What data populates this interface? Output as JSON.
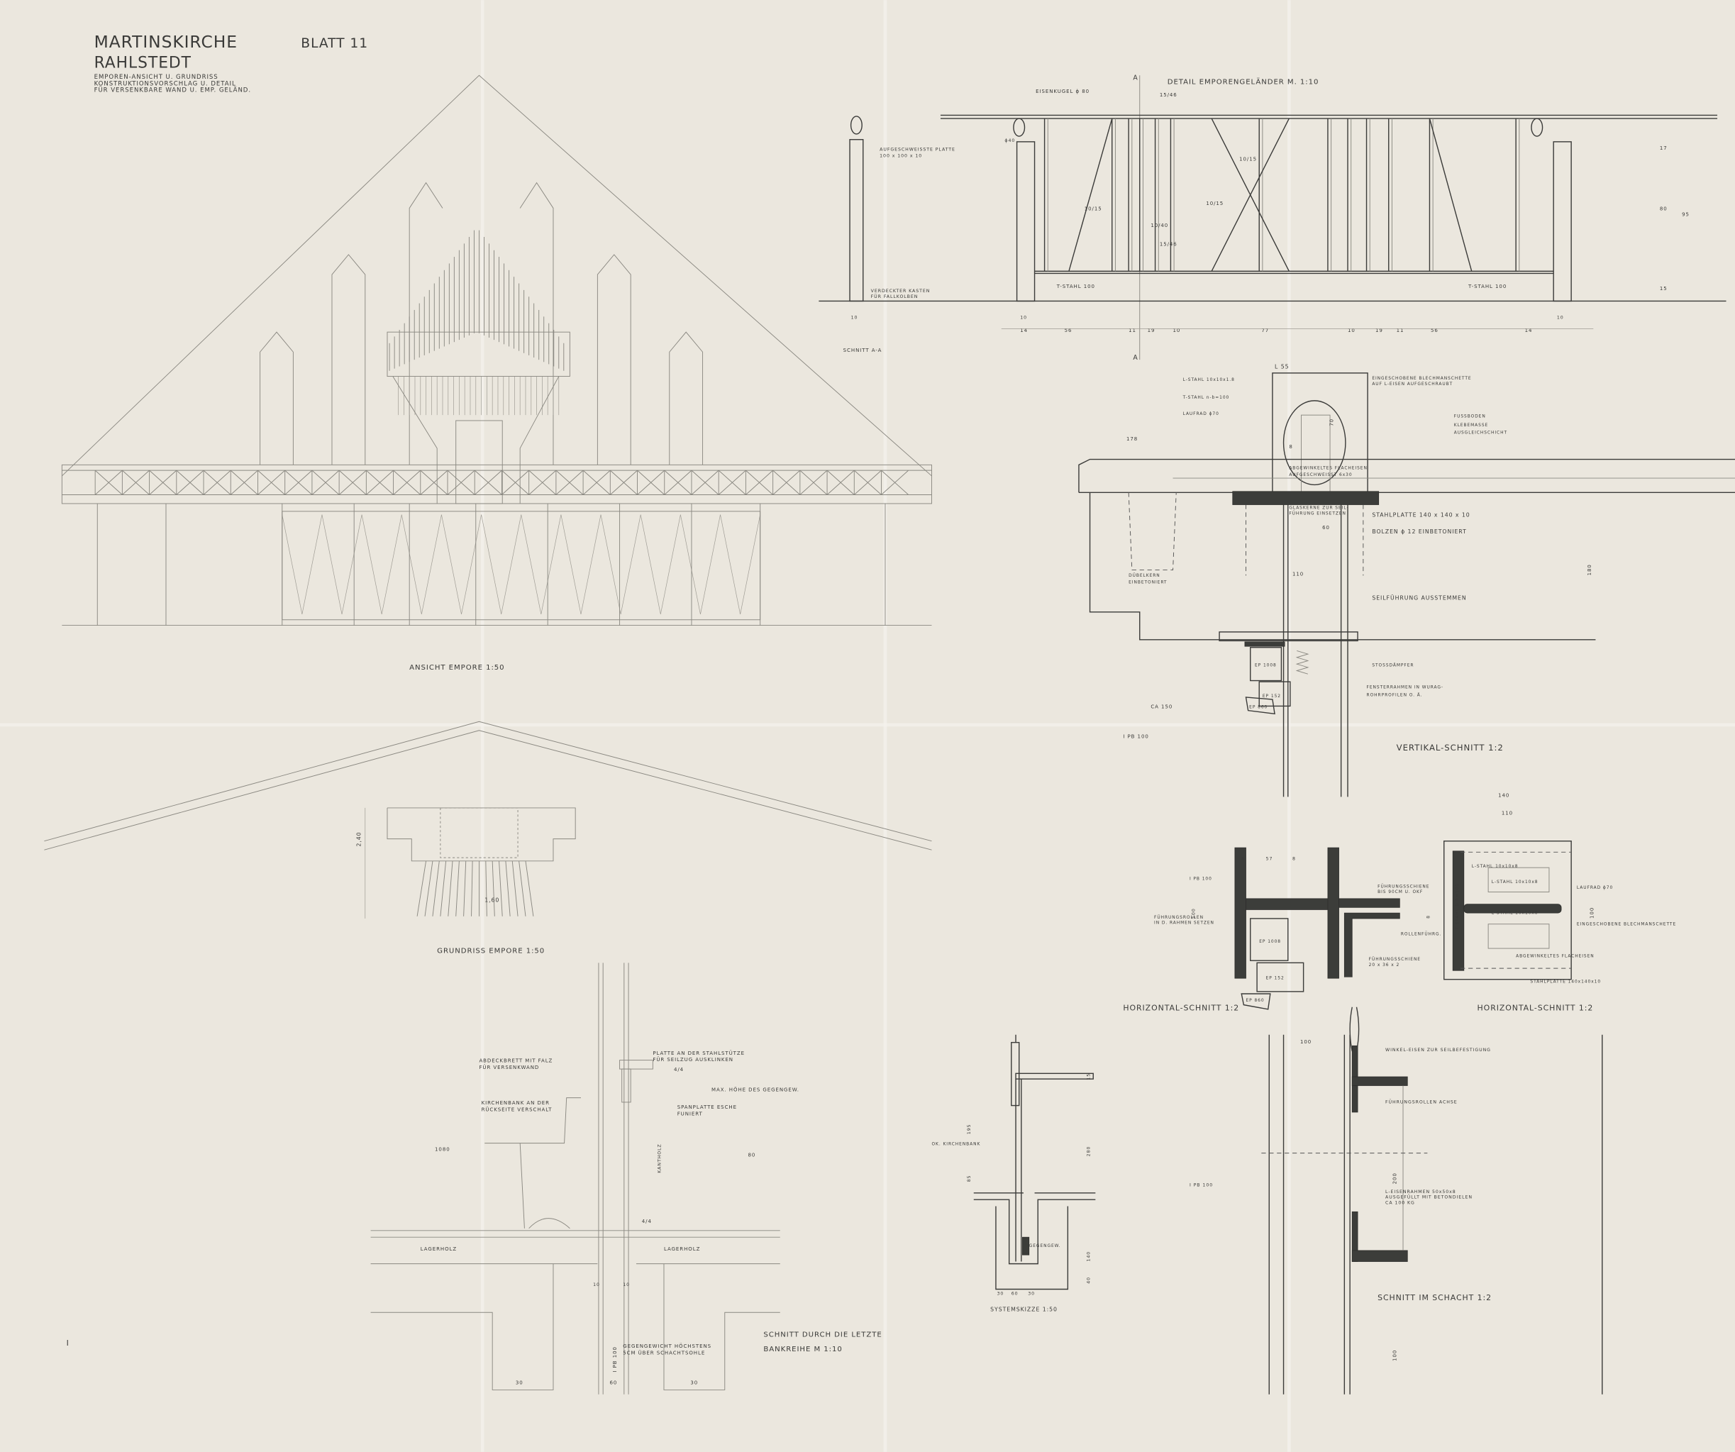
{
  "title_block": {
    "project": "MARTINSKIRCHE",
    "location": "RAHLSTEDT",
    "sheet": "BLATT 11",
    "description": [
      "EMPOREN-ANSICHT U. GRUNDRISS",
      "KONSTRUKTIONSVORSCHLAG U. DETAIL",
      "FÜR VERSENKBARE WAND U. EMP. GELÄND."
    ]
  },
  "elevation": {
    "caption": "ANSICHT EMPORE 1:50"
  },
  "plan": {
    "caption": "GRUNDRISS EMPORE 1:50",
    "dim": "2,40",
    "dim2": "1,60"
  },
  "railing_detail": {
    "caption": "DETAIL EMPORENGELÄNDER M. 1:10",
    "section_mark": "A",
    "section_label": "SCHNITT A-A",
    "labels": {
      "ball": "EISENKUGEL ϕ 80",
      "plate": "AUFGESCHWEISSTE PLATTE",
      "plate_size": "100 x 100 x 10",
      "box": "VERDECKTER KASTEN",
      "box2": "FÜR FALLKOLBEN",
      "t_left": "T-STAHL 100",
      "t_right": "T-STAHL 100",
      "d40": "ϕ40",
      "frac_top": "15/46",
      "frac_mid": "15/46",
      "frac_x": "10/15",
      "frac_a": "10/15",
      "frac_b": "10/40",
      "frac_c": "10/15"
    },
    "dims_bottom": [
      "14",
      "56",
      "11",
      "19",
      "10",
      "77",
      "10",
      "19",
      "11",
      "56",
      "14"
    ],
    "dims_side": [
      "10",
      "10",
      "10"
    ],
    "dims_right": [
      "17",
      "80",
      "15",
      "95"
    ]
  },
  "vertical_section": {
    "caption": "VERTIKAL-SCHNITT 1:2",
    "top_dim": "L 55",
    "labels": [
      "L-STAHL 10x10x1.8",
      "T-STAHL n-b=100",
      "LAUFRAD ϕ70",
      "EINGESCHOBENE BLECHMANSCHETTE",
      "AUF L-EISEN AUFGESCHRAUBT",
      "FUSSBODEN",
      "KLEBEMASSE",
      "AUSGLEICHSCHICHT",
      "ABGEWINKELTES FLACHEISEN",
      "AUFGESCHWEISST 6x30",
      "GLASKERNE ZUR SEIL-",
      "FÜHRUNG EINSETZEN",
      "STAHLPLATTE 140 x 140 x 10",
      "BOLZEN ϕ 12 EINBETONIERT",
      "DÜBELKERN",
      "EINBETONIERT",
      "SEILFÜHRUNG AUSSTEMMEN",
      "STOSSDÄMPFER",
      "FENSTERRAHMEN IN WURAG-",
      "ROHRPROFILEN O. Ä.",
      "EP 1008",
      "EP 152",
      "EP 860"
    ],
    "dims": [
      "178",
      "70",
      "8",
      "60",
      "110",
      "180",
      "CA 150",
      "I PB 100"
    ]
  },
  "horizontal_section_left": {
    "caption": "HORIZONTAL-SCHNITT 1:2",
    "labels": [
      "I PB 100",
      "FÜHRUNGSSCHIENE",
      "BIS 90CM U. OKF",
      "FÜHRUNGSROLLEN",
      "IN D. RAHMEN SETZEN",
      "EP 1008",
      "EP 152",
      "EP 860",
      "ROLLENFÜHRG.",
      "FÜHRUNGSSCHIENE",
      "20 x 36 x 2"
    ],
    "dims": [
      "8",
      "57",
      "8",
      "100",
      "8"
    ]
  },
  "horizontal_section_right": {
    "caption": "HORIZONTAL-SCHNITT 1:2",
    "labels": [
      "L-STAHL 10x10x8",
      "L-STAHL 10x10x8",
      "L-STAHL 10x10x8",
      "T-STAHL b-h=100",
      "LAUFRAD ϕ70",
      "EINGESCHOBENE BLECHMANSCHETTE",
      "ABGEWINKELTES FLACHEISEN",
      "STAHLPLATTE 140x140x10"
    ],
    "dims": [
      "140",
      "110",
      "100"
    ]
  },
  "system_sketch": {
    "caption": "SYSTEMSKIZZE 1:50",
    "labels": [
      "OK. KIRCHENBANK",
      "GEGENGEW."
    ],
    "dims": [
      "195",
      "85",
      "280",
      "140",
      "40",
      "15",
      "30",
      "60",
      "30"
    ]
  },
  "shaft_section": {
    "caption": "SCHNITT IM SCHACHT 1:2",
    "labels": [
      "WINKEL-EISEN ZUR SEILBEFESTIGUNG",
      "FÜHRUNGSROLLEN ACHSE",
      "L-EISENRAHMEN 50x50x8",
      "AUSGEFÜLLT MIT BETONDIELEN",
      "CA 100 KG",
      "I PB 100"
    ],
    "dims": [
      "100",
      "200",
      "100"
    ]
  },
  "bench_section": {
    "caption": [
      "SCHNITT DURCH DIE LETZTE",
      "BANKREIHE M 1:10"
    ],
    "labels": [
      "ABDECKBRETT MIT FALZ",
      "FÜR VERSENKWAND",
      "KIRCHENBANK AN DER",
      "RÜCKSEITE VERSCHALT",
      "PLATTE AN DER STAHLSTÜTZE",
      "FÜR SEILZUG AUSKLINKEN",
      "MAX. HÖHE DES GEGENGEW.",
      "SPANPLATTE ESCHE",
      "FUNIERT",
      "KANTHOLZ",
      "LAGERHOLZ",
      "LAGERHOLZ",
      "I PB 100",
      "GEGENGEWICHT HÖCHSTENS",
      "5CM ÜBER SCHACHTSOHLE"
    ],
    "dims": [
      "4/4",
      "4/4",
      "1080",
      "80",
      "10",
      "10",
      "30",
      "60",
      "30"
    ]
  },
  "margin_mark": "I"
}
